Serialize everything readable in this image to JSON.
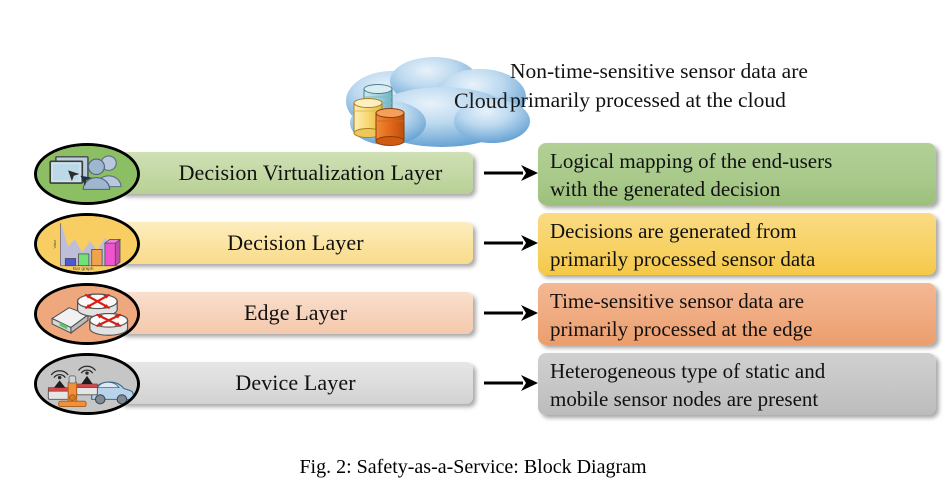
{
  "figure": {
    "caption": "Fig. 2: Safety-as-a-Service: Block Diagram"
  },
  "cloud": {
    "label": "Cloud",
    "note_line1": "Non-time-sensitive sensor data are",
    "note_line2": "primarily processed at the cloud",
    "body_color": "#7FB2DC",
    "database_colors": [
      "#8FC8D8",
      "#F5D87A",
      "#E2691A"
    ]
  },
  "arrow": {
    "icon": "arrow-right-icon",
    "color": "#000000"
  },
  "layers": [
    {
      "name": "decision-virtualization-layer",
      "label": "Decision Virtualization Layer",
      "bar_color": "#C3D8A4",
      "icon": "virtual-desktop-users-icon",
      "icon_bg": "#8CBF63",
      "callout_color": "#A8C98A",
      "callout_line1": "Logical mapping of the end-users",
      "callout_line2": "with the generated decision"
    },
    {
      "name": "decision-layer",
      "label": "Decision Layer",
      "bar_color": "#FBE3A0",
      "icon": "bar-graph-icon",
      "icon_bg": "#F8CE63",
      "callout_color": "#F7D163",
      "callout_line1": "Decisions are generated from",
      "callout_line2": "primarily processed sensor data"
    },
    {
      "name": "edge-layer",
      "label": "Edge Layer",
      "bar_color": "#F6D2BA",
      "icon": "routers-switch-icon",
      "icon_bg": "#EFA77E",
      "callout_color": "#EFA97E",
      "callout_line1": "Time-sensitive sensor data are",
      "callout_line2": "primarily processed at the edge"
    },
    {
      "name": "device-layer",
      "label": "Device Layer",
      "bar_color": "#DCDCDC",
      "icon": "wireless-sensor-vehicle-icon",
      "icon_bg": "#C6C6C6",
      "callout_color": "#C5C5C5",
      "callout_line1": "Heterogeneous type of static and",
      "callout_line2": "mobile sensor nodes are present"
    }
  ]
}
